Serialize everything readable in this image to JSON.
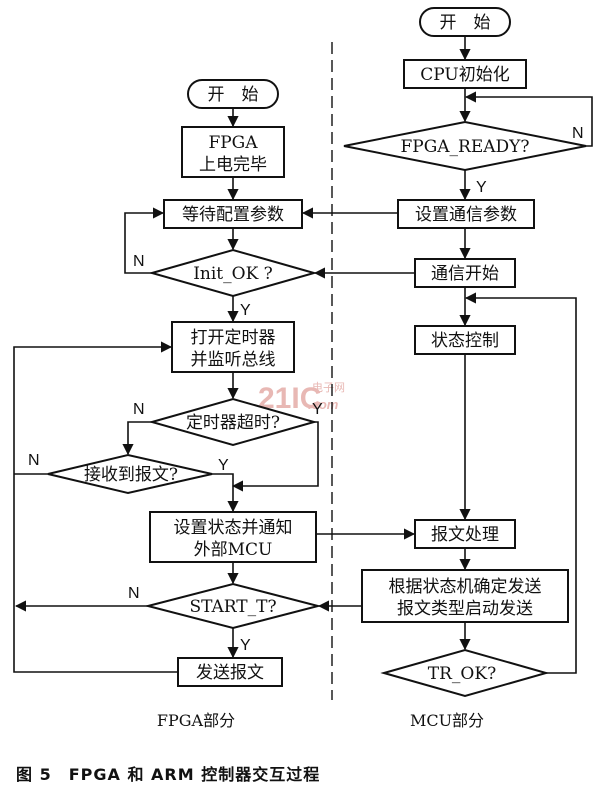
{
  "fpga": {
    "start": "开　始",
    "power_on_l1": "FPGA",
    "power_on_l2": "上电完毕",
    "wait_config": "等待配置参数",
    "init_ok": "Init_OK ?",
    "open_timer_l1": "打开定时器",
    "open_timer_l2": "并监听总线",
    "timer_timeout": "定时器超时?",
    "received_msg": "接收到报文?",
    "set_state_l1": "设置状态并通知",
    "set_state_l2": "外部MCU",
    "start_t": "START_T?",
    "send_msg": "发送报文",
    "section_label": "FPGA部分"
  },
  "mcu": {
    "start": "开　始",
    "cpu_init": "CPU初始化",
    "fpga_ready": "FPGA_READY?",
    "set_comm": "设置通信参数",
    "comm_start": "通信开始",
    "state_ctrl": "状态控制",
    "msg_proc": "报文处理",
    "determine_l1": "根据状态机确定发送",
    "determine_l2": "报文类型启动发送",
    "tr_ok": "TR_OK? ",
    "section_label": "MCU部分"
  },
  "labels": {
    "yes": "Y",
    "no": "N"
  },
  "watermark": {
    "logo": "21IC",
    "cn": "电子网",
    "com": ".com"
  },
  "caption": "图 5　FPGA 和 ARM 控制器交互过程"
}
